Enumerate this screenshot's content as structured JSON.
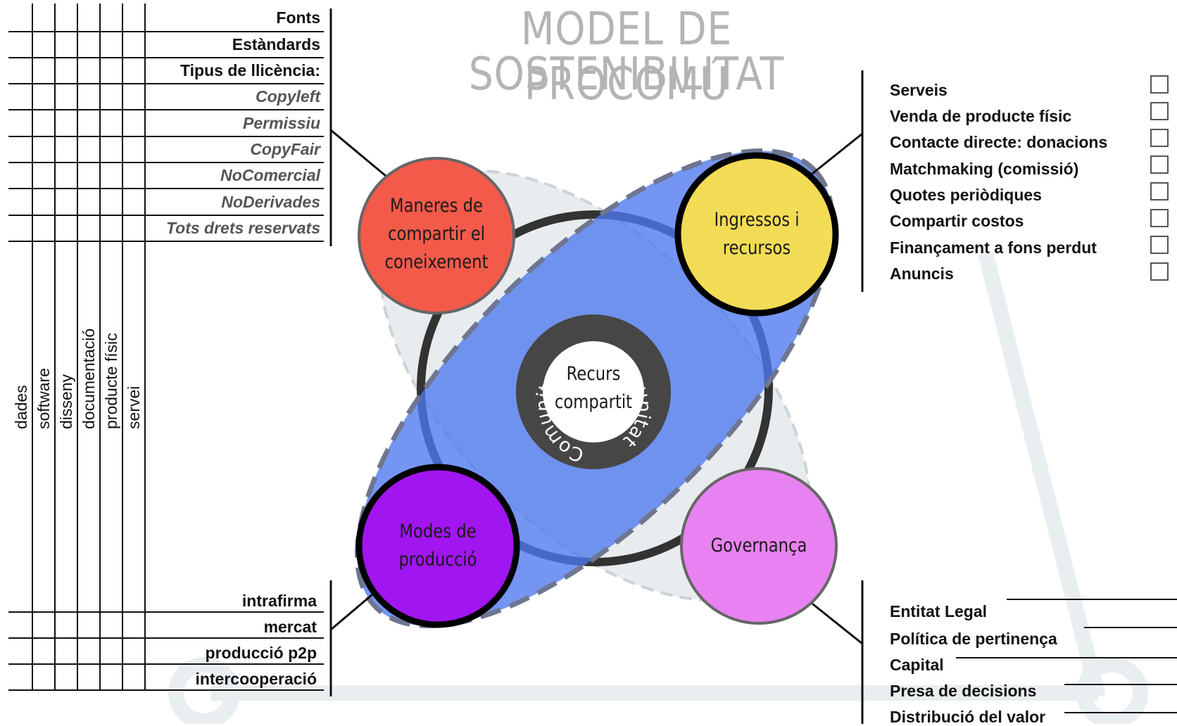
{
  "title": {
    "line1": "MODEL DE SOSTENIBILITAT",
    "line2": "PROCOMÚ"
  },
  "license_rows": [
    {
      "label": "Fonts",
      "style": "bold"
    },
    {
      "label": "Estàndards",
      "style": "bold"
    },
    {
      "label": "Tipus de llicència:",
      "style": "bold"
    },
    {
      "label": "Copyleft",
      "style": "italic"
    },
    {
      "label": "Permissiu",
      "style": "italic"
    },
    {
      "label": "CopyFair",
      "style": "italic"
    },
    {
      "label": "NoComercial",
      "style": "italic"
    },
    {
      "label": "NoDerivades",
      "style": "italic"
    },
    {
      "label": "Tots drets reservats",
      "style": "italic"
    }
  ],
  "resource_types": [
    "dades",
    "software",
    "disseny",
    "documentació",
    "producte físic",
    "servei"
  ],
  "production_rows": [
    "intrafirma",
    "mercat",
    "producció p2p",
    "intercooperació"
  ],
  "income_items": [
    "Serveis",
    "Venda de producte físic",
    "Contacte directe: donacions",
    "Matchmaking (comissió)",
    "Quotes periòdiques",
    "Compartir costos",
    "Finançament a fons perdut",
    "Anuncis"
  ],
  "governance_items": [
    "Entitat Legal",
    "Política de pertinença",
    "Capital",
    "Presa de decisions",
    "Distribució del valor"
  ],
  "circles": {
    "knowledge": {
      "line1": "Maneres de",
      "line2": "compartir el",
      "line3": "coneixement",
      "color": "#f45a4a"
    },
    "income": {
      "line1": "Ingressos i",
      "line2": "recursos",
      "color": "#f3dc55"
    },
    "production": {
      "line1": "Modes de",
      "line2": "producció",
      "color": "#a115f0"
    },
    "governance": {
      "label": "Governança",
      "color": "#e882f2"
    }
  },
  "center": {
    "line1": "Recurs",
    "line2": "compartit",
    "ring_text": "Comunitat"
  },
  "colors": {
    "ellipse_blue": "#4d78ee",
    "title_gray": "#b4b4b4",
    "ring_dark": "#464646"
  }
}
